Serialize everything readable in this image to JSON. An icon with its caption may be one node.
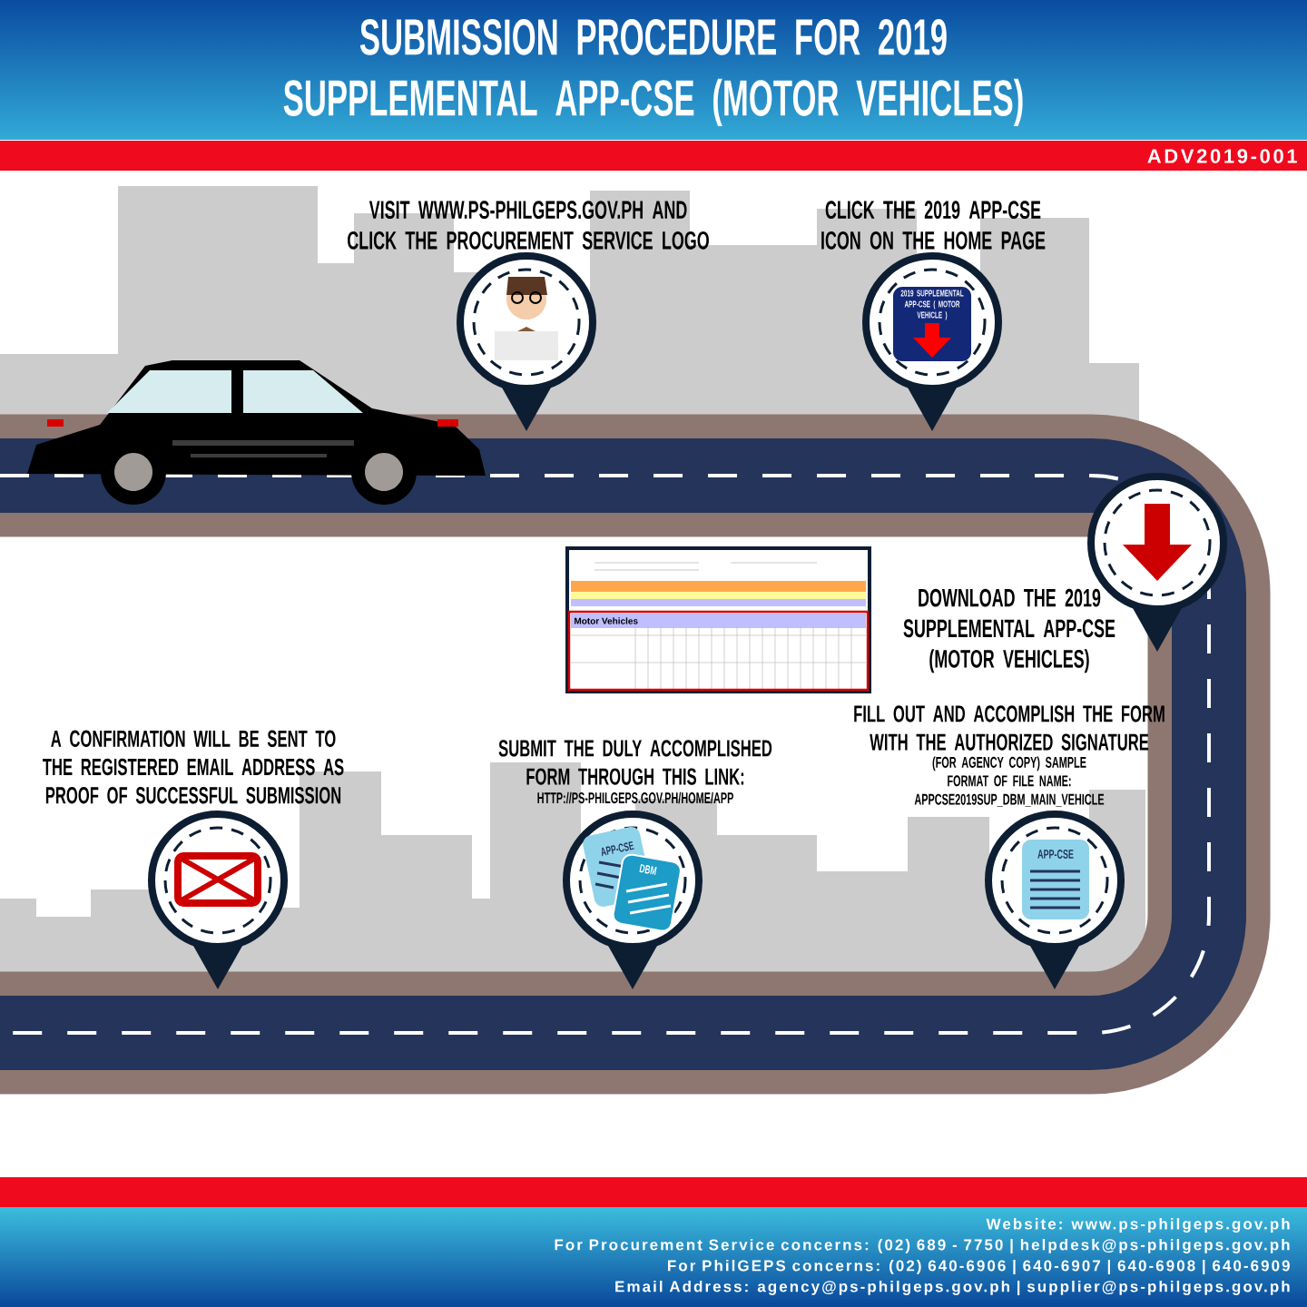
{
  "diagram": {
    "title": "SUBMISSION PROCEDURE FOR 2019 SUPPLEMENTAL APP-CSE (MOTOR VEHICLES)",
    "nodes": [
      {
        "text": [
          "VISIT WWW.PS-PHILGEPS.GOV.PH AND CLICK THE PROCUREMENT SERVICE LOGO"
        ]
      },
      {
        "text": [
          "CLICK THE 2019 APP-CSE ICON ON THE HOME PAGE",
          "2019 SUPPLEMENTAL APP-CSE ( MOTOR VEHICLE )"
        ]
      },
      {
        "text": [
          "DOWNLOAD THE 2019 SUPPLEMENTAL APP-CSE (MOTOR VEHICLES)"
        ]
      },
      {
        "text": [
          "FILL OUT AND ACCOMPLISH THE FORM WITH THE AUTHORIZED SIGNATURE",
          "(FOR AGENCY COPY) SAMPLE FORMAT OF FILE NAME: APPCSE2019SUP_DBM_MAIN_VEHICLE",
          "APP-CSE"
        ]
      },
      {
        "text": [
          "SUBMIT THE DULY ACCOMPLISHED FORM THROUGH THIS LINK:",
          "HTTP://PS-PHILGEPS.GOV.PH/HOME/APP",
          "APP-CSE",
          "DBM"
        ]
      },
      {
        "text": [
          "A CONFIRMATION WILL BE SENT TO THE REGISTERED EMAIL ADDRESS AS PROOF OF SUCCESSFUL SUBMISSION"
        ]
      }
    ],
    "labels": [
      "ADV2019-001",
      "Motor Vehicles",
      "Website: www.ps-philgeps.gov.ph",
      "For Procurement Service concerns: (02) 689 - 7750 | helpdesk@ps-philgeps.gov.ph",
      "For PhilGEPS concerns: (02) 640-6906 | 640-6907 | 640-6908 | 640-6909",
      "Email Address: agency@ps-philgeps.gov.ph | supplier@ps-philgeps.gov.ph"
    ]
  }
}
